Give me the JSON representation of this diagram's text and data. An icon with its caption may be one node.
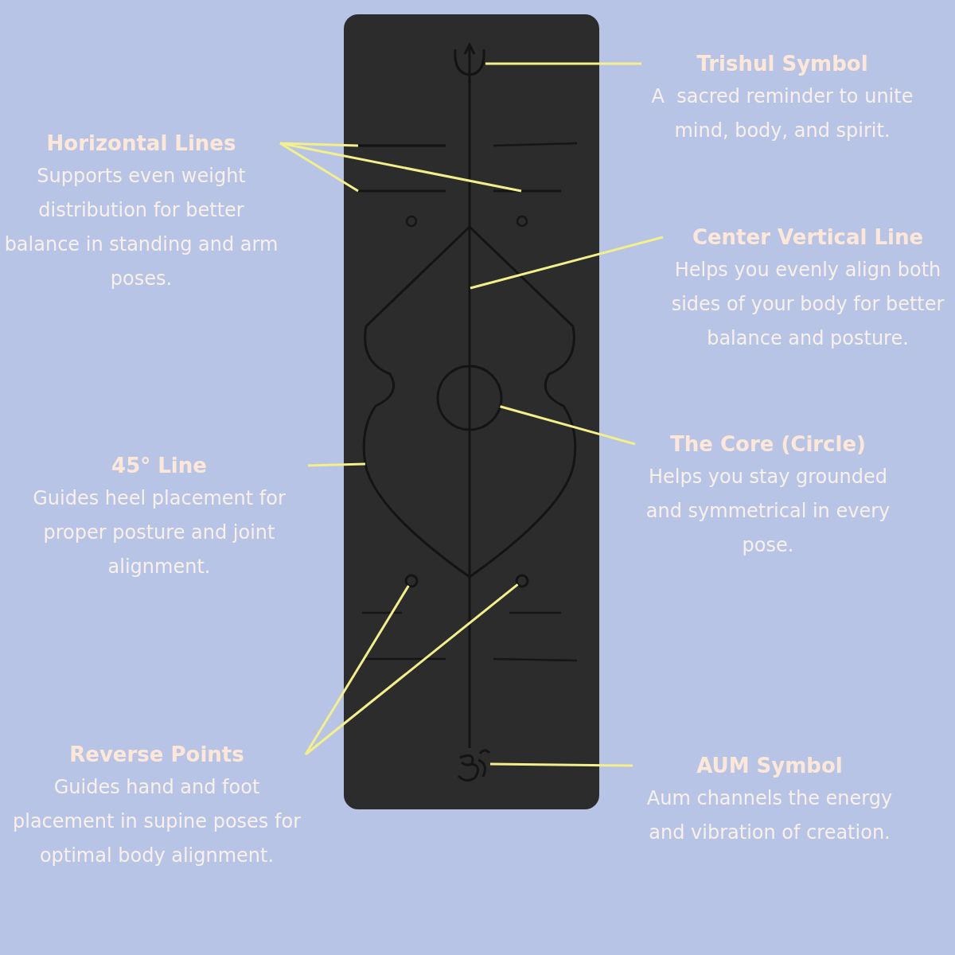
{
  "diagram": {
    "nodes": [
      {
        "text": [],
        "shape": "picture"
      },
      {
        "text": [
          "Trishul Symbol",
          "A  sacred reminder to unite mind, body, and spirit."
        ]
      },
      {
        "text": [
          "Horizontal Lines",
          "Supports even weight distribution for better balance in standing and arm poses."
        ]
      },
      {
        "text": [],
        "shape": "bar"
      },
      {
        "text": [],
        "shape": "bar"
      },
      {
        "text": [],
        "shape": "bar"
      },
      {
        "text": [
          "Center Vertical Line",
          "Helps you evenly align both sides of your body for better balance and posture."
        ]
      },
      {
        "text": [],
        "shape": "bar"
      },
      {
        "text": [
          "The Core (Circle)",
          "Helps you stay grounded and symmetrical in every pose."
        ]
      },
      {
        "text": [],
        "shape": "circle",
        "in": 11
      },
      {
        "text": [
          "45° Line",
          "Guides heel placement for proper posture and joint alignment."
        ]
      },
      {
        "text": [],
        "shape": "picture"
      },
      {
        "text": [],
        "shape": "circle"
      },
      {
        "text": [],
        "shape": "circle"
      },
      {
        "text": [
          "Reverse Points",
          "Guides hand and foot placement in supine poses for optimal body alignment."
        ]
      },
      {
        "text": [],
        "shape": "picture"
      },
      {
        "text": [
          "AUM Symbol",
          "Aum channels the energy and vibration of creation."
        ]
      }
    ],
    "edges": [
      {
        "from": 1,
        "to": 0,
        "arrow": "none"
      },
      {
        "from": 2,
        "to": 3,
        "arrow": "none"
      },
      {
        "from": 2,
        "to": 4,
        "arrow": "none"
      },
      {
        "from": 2,
        "to": 5,
        "arrow": "none"
      },
      {
        "from": 6,
        "to": 7,
        "arrow": "none"
      },
      {
        "from": 8,
        "to": 9,
        "arrow": "none"
      },
      {
        "from": 10,
        "to": 11,
        "arrow": "none"
      },
      {
        "from": 14,
        "to": 12,
        "arrow": "none"
      },
      {
        "from": 14,
        "to": 13,
        "arrow": "none"
      },
      {
        "from": 16,
        "to": 15,
        "arrow": "none"
      }
    ]
  }
}
